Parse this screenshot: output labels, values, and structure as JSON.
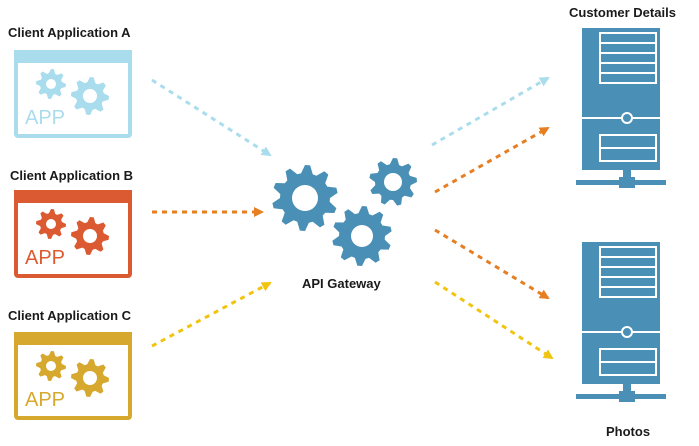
{
  "clients": [
    {
      "label": "Client Application A",
      "app_text": "APP",
      "color": "#a9dcec"
    },
    {
      "label": "Client Application B",
      "app_text": "APP",
      "color": "#dc5a32"
    },
    {
      "label": "Client Application C",
      "app_text": "APP",
      "color": "#d6a92e"
    }
  ],
  "gateway": {
    "label": "API Gateway",
    "color": "#4a8fb5"
  },
  "services": [
    {
      "label": "Customer Details",
      "color": "#4a8fb5"
    },
    {
      "label": "Photos",
      "color": "#4a8fb5"
    }
  ],
  "arrow_colors": {
    "light_blue": "#a9dcec",
    "orange": "#e67e22",
    "yellow": "#f1c40f"
  }
}
